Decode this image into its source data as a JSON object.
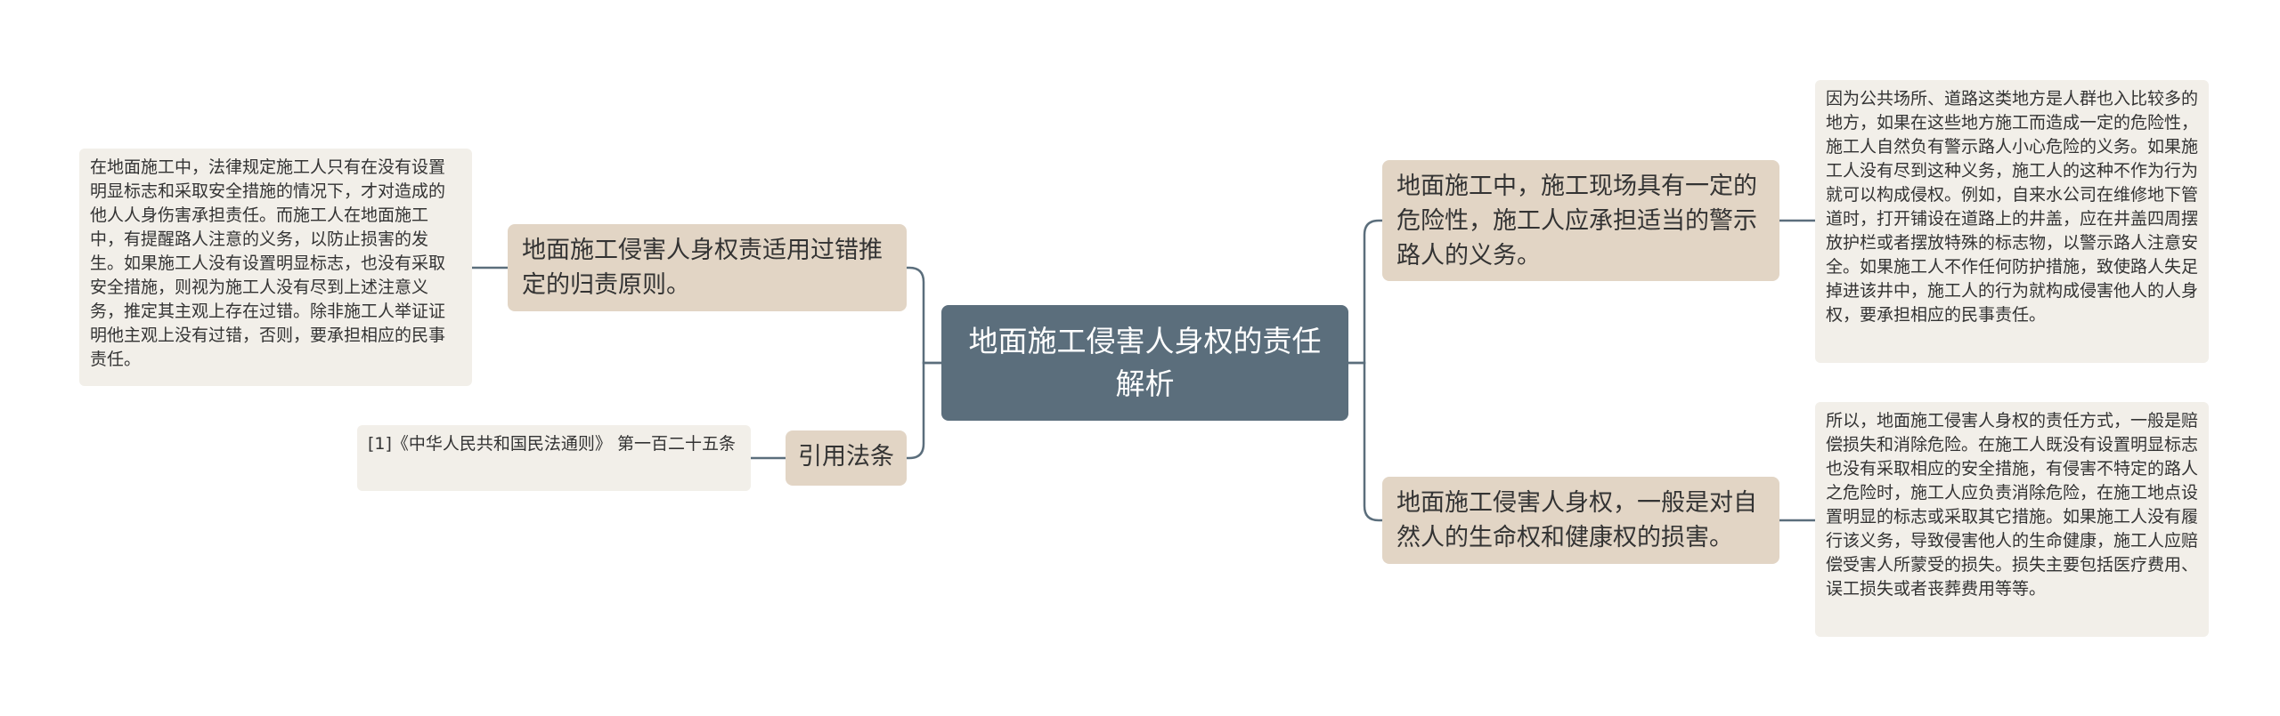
{
  "root": {
    "title": "地面施工侵害人身权的责任解析"
  },
  "branches": [
    {
      "label": "地面施工侵害人身权责适用过错推定的归责原则。"
    },
    {
      "label": "引用法条"
    },
    {
      "label": "地面施工中，施工现场具有一定的危险性，施工人应承担适当的警示路人的义务。"
    },
    {
      "label": "地面施工侵害人身权，一般是对自然人的生命权和健康权的损害。"
    }
  ],
  "leaves": [
    {
      "text": "在地面施工中，法律规定施工人只有在没有设置明显标志和采取安全措施的情况下，才对造成的他人人身伤害承担责任。而施工人在地面施工中，有提醒路人注意的义务，以防止损害的发生。如果施工人没有设置明显标志，也没有采取安全措施，则视为施工人没有尽到上述注意义务，推定其主观上存在过错。除非施工人举证证明他主观上没有过错，否则，要承担相应的民事责任。"
    },
    {
      "text": "[1]《中华人民共和国民法通则》 第一百二十五条"
    },
    {
      "text": "因为公共场所、道路这类地方是人群也入比较多的地方，如果在这些地方施工而造成一定的危险性，施工人自然负有警示路人小心危险的义务。如果施工人没有尽到这种义务，施工人的这种不作为行为就可以构成侵权。例如，自来水公司在维修地下管道时，打开铺设在道路上的井盖，应在井盖四周摆放护栏或者摆放特殊的标志物，以警示路人注意安全。如果施工人不作任何防护措施，致使路人失足掉进该井中，施工人的行为就构成侵害他人的人身权，要承担相应的民事责任。"
    },
    {
      "text": "所以，地面施工侵害人身权的责任方式，一般是赔偿损失和消除危险。在施工人既没有设置明显标志也没有采取相应的安全措施，有侵害不特定的路人之危险时，施工人应负责消除危险，在施工地点设置明显的标志或采取其它措施。如果施工人没有履行该义务，导致侵害他人的生命健康，施工人应赔偿受害人所蒙受的损失。损失主要包括医疗费用、误工损失或者丧葬费用等等。"
    }
  ],
  "colors": {
    "root_bg": "#5b6e7c",
    "branch_bg": "#e2d5c5",
    "leaf_bg": "#f2efe9",
    "connector": "#5b6e7c"
  }
}
